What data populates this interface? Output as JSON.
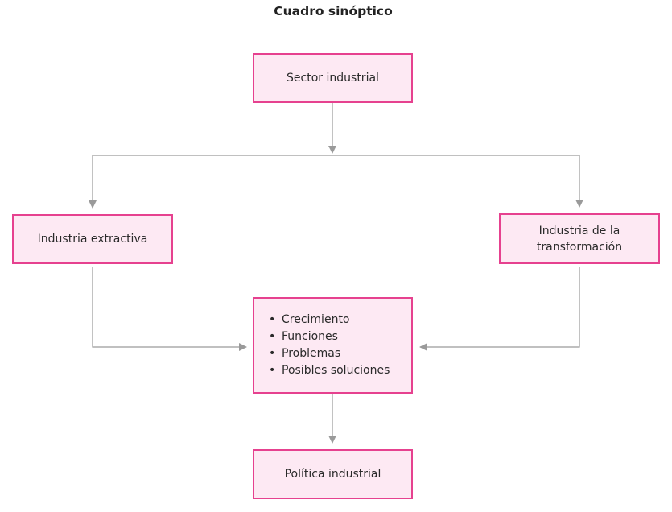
{
  "title": "Cuadro sinóptico",
  "nodes": {
    "sector": "Sector industrial",
    "extractiva": "Industria extractiva",
    "transformacion": [
      "Industria de la",
      "transformación"
    ],
    "aspectos": [
      "Crecimiento",
      "Funciones",
      "Problemas",
      "Posibles soluciones"
    ],
    "politica": "Política industrial"
  },
  "colors": {
    "box_border": "#e6418f",
    "box_fill": "#fde9f3",
    "connector": "#9a9a9a"
  }
}
